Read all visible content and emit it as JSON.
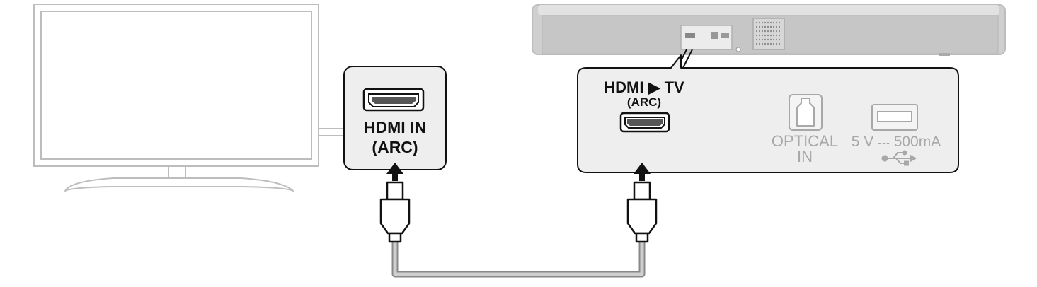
{
  "tv_panel": {
    "label_line1": "HDMI IN",
    "label_line2": "(ARC)"
  },
  "soundbar_panel": {
    "hdmi_label": "HDMI ▶ TV",
    "hdmi_sub": "(ARC)",
    "optical_line1": "OPTICAL",
    "optical_line2": "IN",
    "usb_label": "5 V ⎓ 500mA"
  },
  "colors": {
    "outline": "#bdbdbd",
    "panel_fill": "#eeeeee",
    "soundbar_fill": "#cfcfcf",
    "ink": "#111111",
    "faded": "#a8a8a8"
  }
}
